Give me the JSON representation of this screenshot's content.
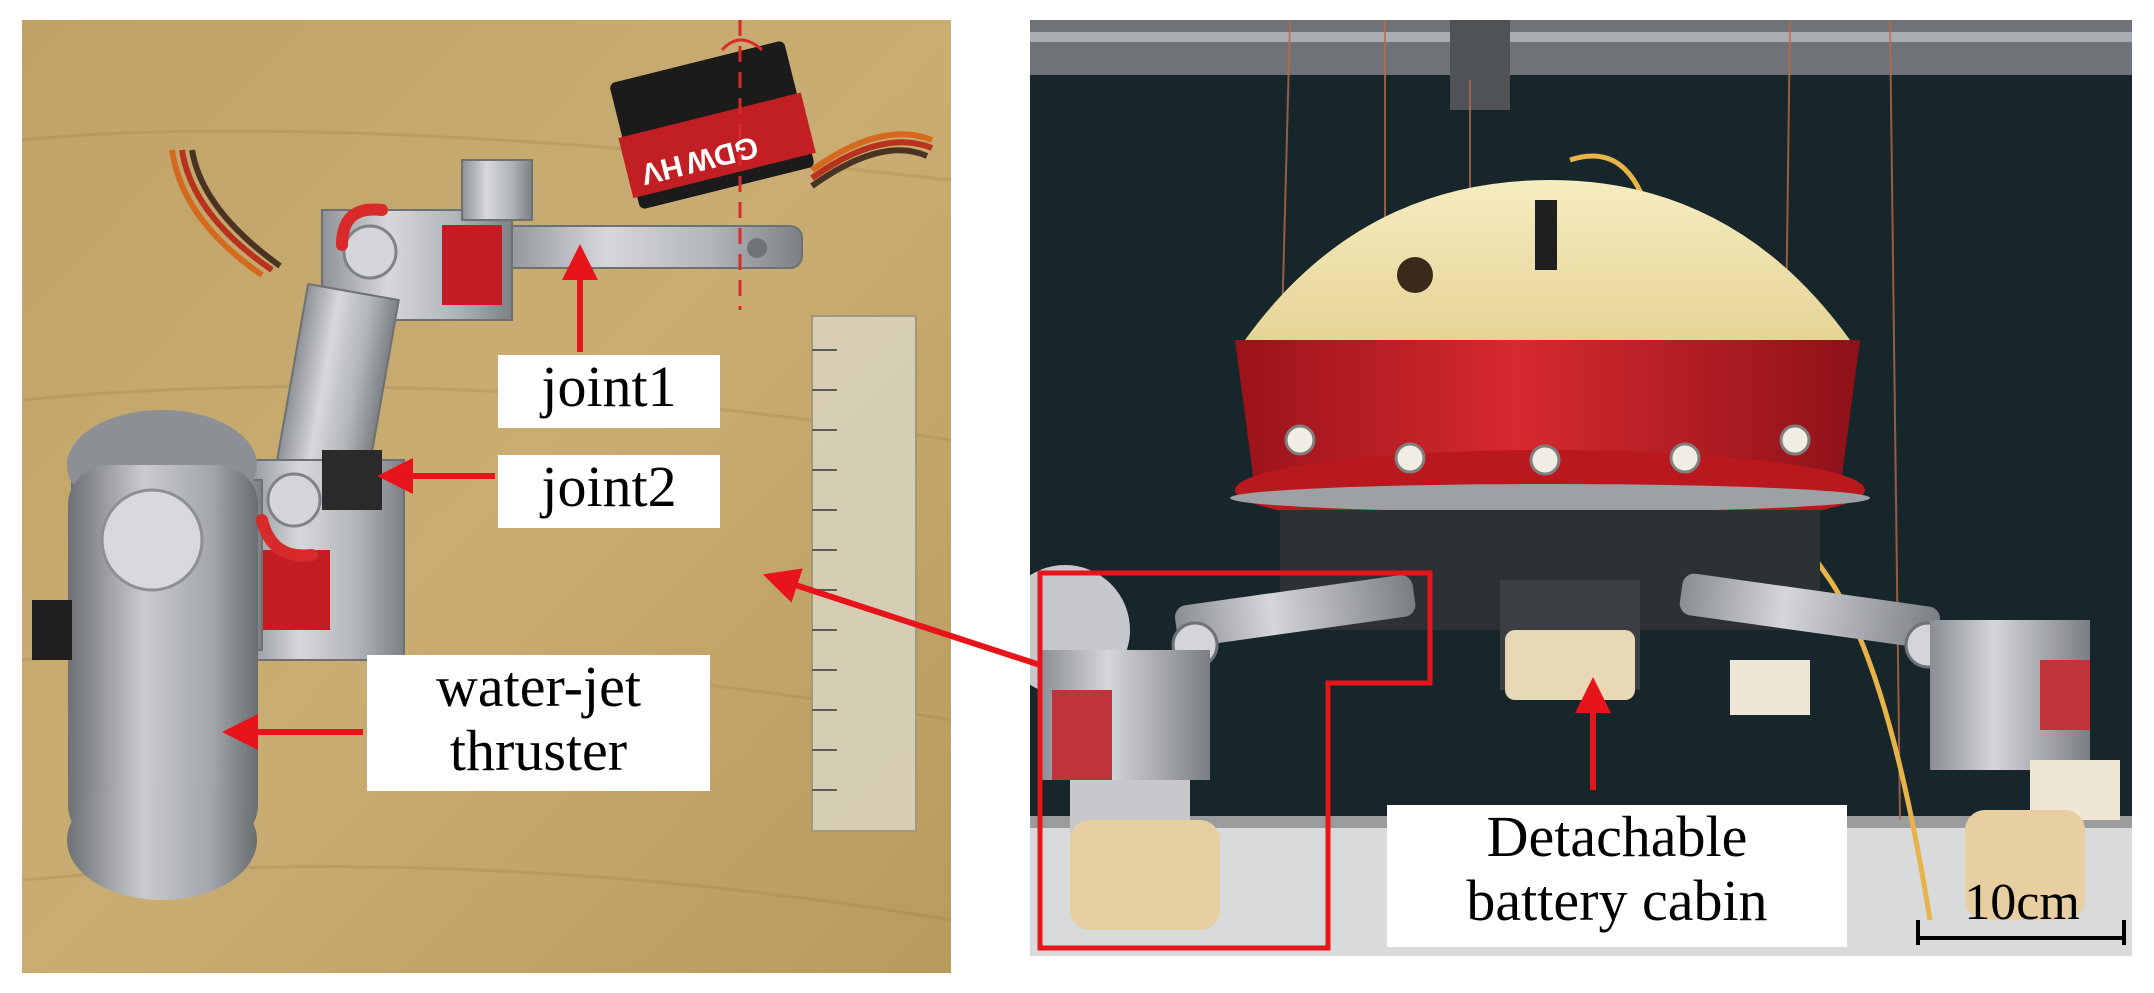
{
  "labels": {
    "joint1": "joint1",
    "joint2": "joint2",
    "thruster": "water-jet\nthruster",
    "battery": "Detachable\nbattery cabin",
    "scale": "10cm"
  },
  "servo_print": {
    "brand": "GDW",
    "model": "HV"
  },
  "colors": {
    "annotation": "#e8141b",
    "rotation_marker": "#d82a2a",
    "table": "#c8a96a",
    "backdrop": "#17262a",
    "dome_top": "#efe3a8",
    "dome_red": "#c81e24",
    "aluminum": "#b9bcc0"
  }
}
